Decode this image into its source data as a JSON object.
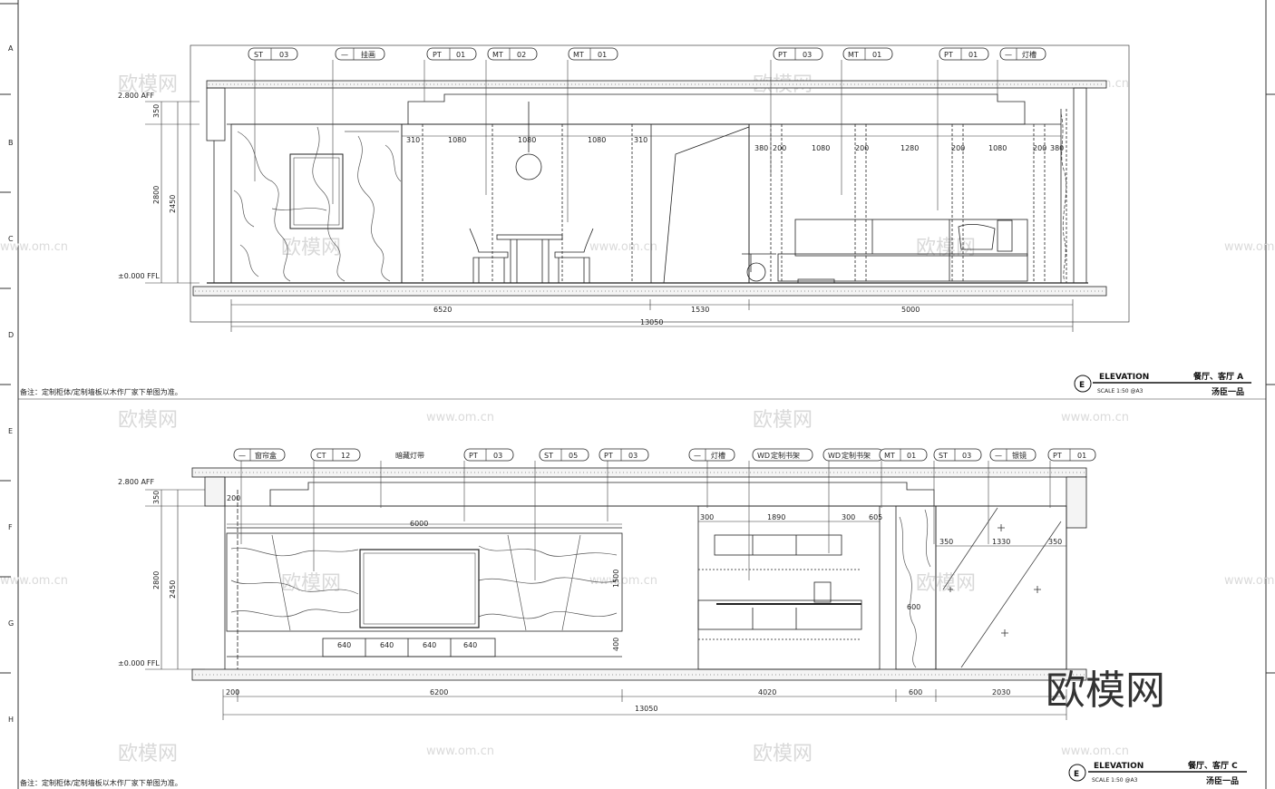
{
  "rows": [
    "A",
    "B",
    "C",
    "D",
    "E",
    "F",
    "G",
    "H"
  ],
  "top": {
    "tags": [
      {
        "code": "ST",
        "num": "03"
      },
      {
        "code": "—",
        "num": "挂画"
      },
      {
        "code": "PT",
        "num": "01"
      },
      {
        "code": "MT",
        "num": "02"
      },
      {
        "code": "MT",
        "num": "01"
      },
      {
        "code": "PT",
        "num": "03"
      },
      {
        "code": "MT",
        "num": "01"
      },
      {
        "code": "PT",
        "num": "01"
      },
      {
        "code": "—",
        "num": "灯槽"
      }
    ],
    "level_top": "2.800 AFF",
    "level_bottom": "±0.000 FFL",
    "vdims": [
      "350",
      "2800",
      "2450"
    ],
    "inner_dims": [
      "310",
      "1080",
      "1080",
      "1080",
      "310",
      "380",
      "200",
      "1080",
      "200",
      "1280",
      "200",
      "1080",
      "200",
      "380"
    ],
    "bottom_dims": [
      "6520",
      "1530",
      "5000"
    ],
    "total": "13050",
    "note": "备注：定制柜体/定制墙板以木作厂家下单图为准。",
    "title_letter": "E",
    "title": "ELEVATION",
    "scale": "SCALE 1:50  @A3",
    "room": "餐厅、客厅 A",
    "project": "汤臣一品"
  },
  "bottom": {
    "tags": [
      {
        "code": "—",
        "num": "窗帘盒"
      },
      {
        "code": "CT",
        "num": "12"
      },
      {
        "code": "PT",
        "num": "03"
      },
      {
        "code": "ST",
        "num": "05"
      },
      {
        "code": "PT",
        "num": "03"
      },
      {
        "code": "—",
        "num": "灯槽"
      },
      {
        "code": "WD",
        "num": "定制书架"
      },
      {
        "code": "WD",
        "num": "定制书架"
      },
      {
        "code": "MT",
        "num": "01"
      },
      {
        "code": "ST",
        "num": "03"
      },
      {
        "code": "—",
        "num": "银镜"
      },
      {
        "code": "PT",
        "num": "01"
      }
    ],
    "strip_label": "暗藏灯带",
    "level_top": "2.800 AFF",
    "level_bottom": "±0.000 FFL",
    "vdims": [
      "350",
      "2800",
      "2450"
    ],
    "wall_dims": [
      "6000",
      "300",
      "1890",
      "300",
      "605",
      "350",
      "1330",
      "350",
      "1500",
      "400",
      "600",
      "200"
    ],
    "cabinet_dims": [
      "640",
      "640",
      "640",
      "640"
    ],
    "bottom_dims": [
      "200",
      "6200",
      "4020",
      "600",
      "2030"
    ],
    "total": "13050",
    "note": "备注：定制柜体/定制墙板以木作厂家下单图为准。",
    "title_letter": "E",
    "title": "ELEVATION",
    "scale": "SCALE 1:50  @A3",
    "room": "餐厅、客厅 C",
    "project": "汤臣一品"
  },
  "watermarks": {
    "logo": "欧模网",
    "url": "www.om.cn"
  }
}
